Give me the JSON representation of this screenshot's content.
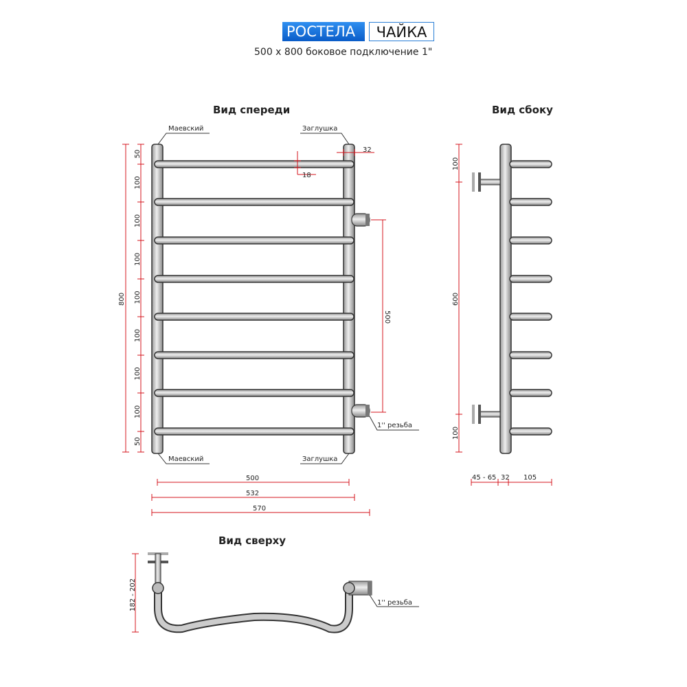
{
  "header": {
    "brand": "РОСТЕЛА",
    "model": "ЧАЙКА",
    "subtitle": "500 x 800 боковое подключение 1\""
  },
  "views": {
    "front": "Вид спереди",
    "side": "Вид сбоку",
    "top": "Вид сверху"
  },
  "front": {
    "callouts": {
      "top_left": "Маевский",
      "top_right": "Заглушка",
      "bottom_left": "Маевский",
      "bottom_right": "Заглушка",
      "thread": "1'' резьба"
    },
    "pipe_dia": "32",
    "rung_dia": "18",
    "height": "800",
    "center_dist": "500",
    "segments": [
      "50",
      "100",
      "100",
      "100",
      "100",
      "100",
      "100",
      "100",
      "50"
    ],
    "widths": [
      "500",
      "532",
      "570"
    ]
  },
  "side": {
    "top": "100",
    "middle": "600",
    "bottom": "100",
    "depth": [
      "45 - 65",
      "32",
      "105"
    ]
  },
  "top": {
    "depth": "182 - 202",
    "thread": "1'' резьба"
  },
  "colors": {
    "dim": "#d4141c",
    "pipe": "#c8c8c8",
    "outline": "#333333",
    "brand": "#0a6ad8"
  }
}
